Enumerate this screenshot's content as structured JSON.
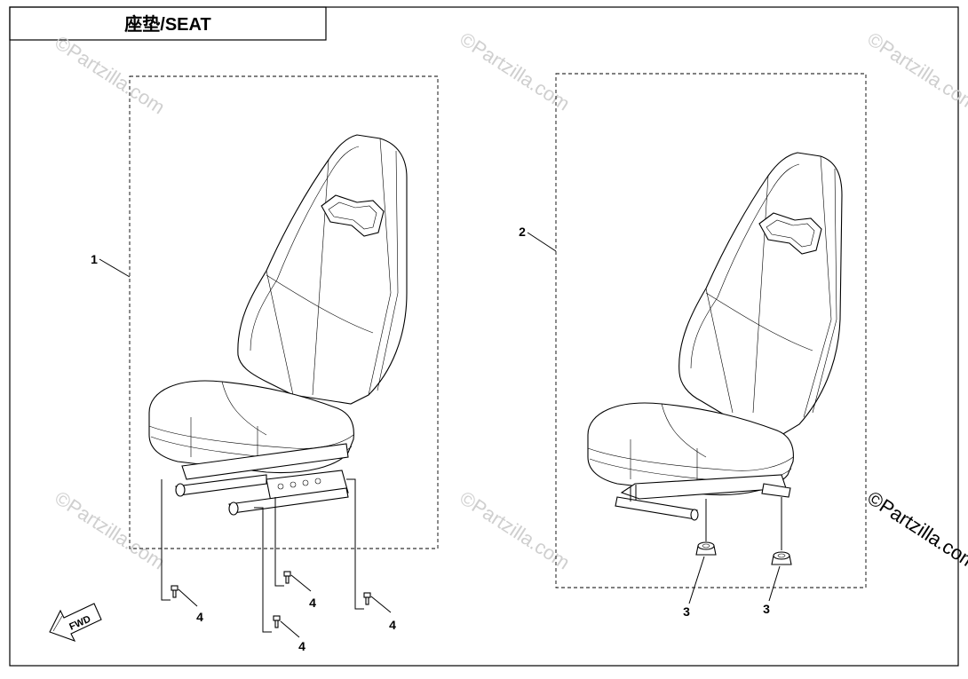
{
  "header": {
    "title": "座垫/SEAT"
  },
  "watermark": {
    "text": "©Partzilla.com"
  },
  "callouts": {
    "seat_left": "1",
    "seat_right": "2",
    "nut": "3",
    "bolt": "4"
  },
  "fwd_label": "FWD",
  "colors": {
    "line": "#000000",
    "watermark": "#cfcfcf",
    "background": "#ffffff"
  }
}
